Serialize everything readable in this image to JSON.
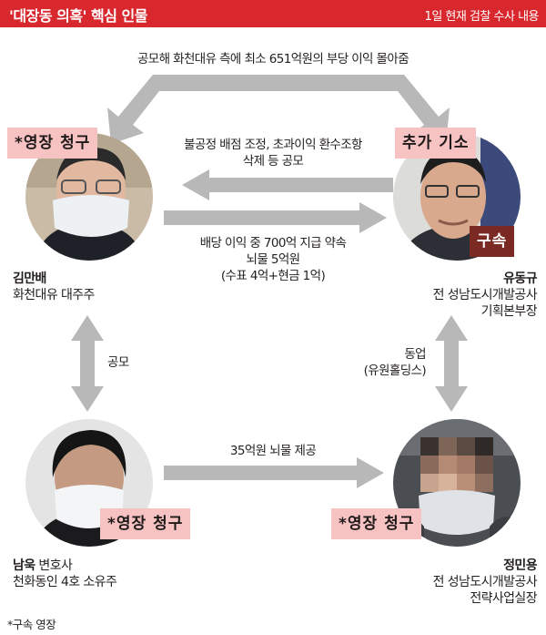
{
  "header": {
    "title": "'대장동 의혹' 핵심 인물",
    "note": "1일 현재 검찰 수사 내용"
  },
  "edges": {
    "top": "공모해 화천대유 측에 최소 651억원의 부당 이익 몰아줌",
    "yoo_to_kim": [
      "불공정 배점 조정, 초과이익 환수조항",
      "삭제 등 공모"
    ],
    "kim_to_yoo": [
      "배당 이익 중 700억 지급 약속",
      "뇌물 5억원",
      "(수표 4억+현금 1억)"
    ],
    "kim_nam": "공모",
    "yoo_jung": [
      "동업",
      "(유원홀딩스)"
    ],
    "nam_to_jung": "35억원 뇌물 제공"
  },
  "people": {
    "kim": {
      "name": "김만배",
      "role": "화천대유 대주주",
      "badge": "*영장 청구"
    },
    "yoo": {
      "name": "유동규",
      "role1": "전 성남도시개발공사",
      "role2": "기획본부장",
      "badge": "추가 기소",
      "badge2": "구속"
    },
    "nam": {
      "name": "남욱",
      "name_suffix": " 변호사",
      "role": "천화동인 4호 소유주",
      "badge": "*영장 청구"
    },
    "jung": {
      "name": "정민용",
      "role1": "전 성남도시개발공사",
      "role2": "전략사업실장",
      "badge": "*영장 청구"
    }
  },
  "footnote": "*구속 영장",
  "colors": {
    "header": "#d8272d",
    "arrow": "#b8b8b8",
    "badge": "#f7c2c2",
    "badge_dark": "#7a2a22"
  }
}
